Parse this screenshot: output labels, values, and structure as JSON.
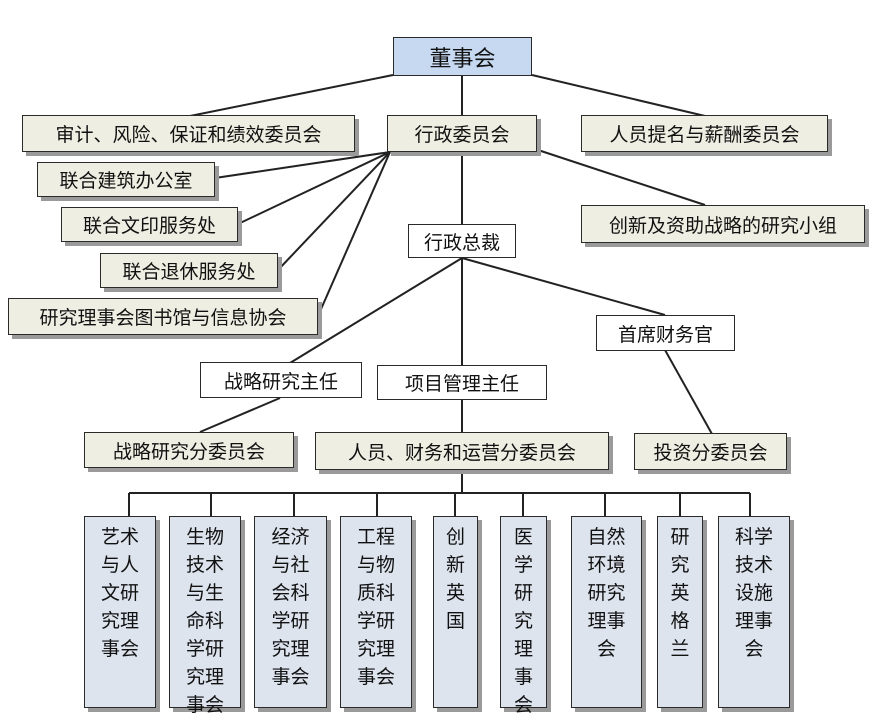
{
  "board": "董事会",
  "committees": {
    "audit": "审计、风险、保证和绩效委员会",
    "executive": "行政委员会",
    "nomination": "人员提名与薪酬委员会"
  },
  "offices": {
    "construction": "联合建筑办公室",
    "printing": "联合文印服务处",
    "pension": "联合退休服务处",
    "library": "研究理事会图书馆与信息协会"
  },
  "innovation_group": "创新及资助战略的研究小组",
  "executive_chair": "行政总裁",
  "cfo": "首席财务官",
  "strategy_director": "战略研究主任",
  "programme_director": "项目管理主任",
  "subcommittees": {
    "strategy": "战略研究分委员会",
    "people_finance_ops": "人员、财务和运营分委员会",
    "investment": "投资分委员会"
  },
  "councils": [
    "艺术与人文研究理事会",
    "生物技术与生命科学研究理事会",
    "经济与社会科学研究理事会",
    "工程与物质科学研究理事会",
    "创新英国",
    "医学研究理事会",
    "自然环境研究理事会",
    "研究英格兰",
    "科学技术设施理事会"
  ]
}
